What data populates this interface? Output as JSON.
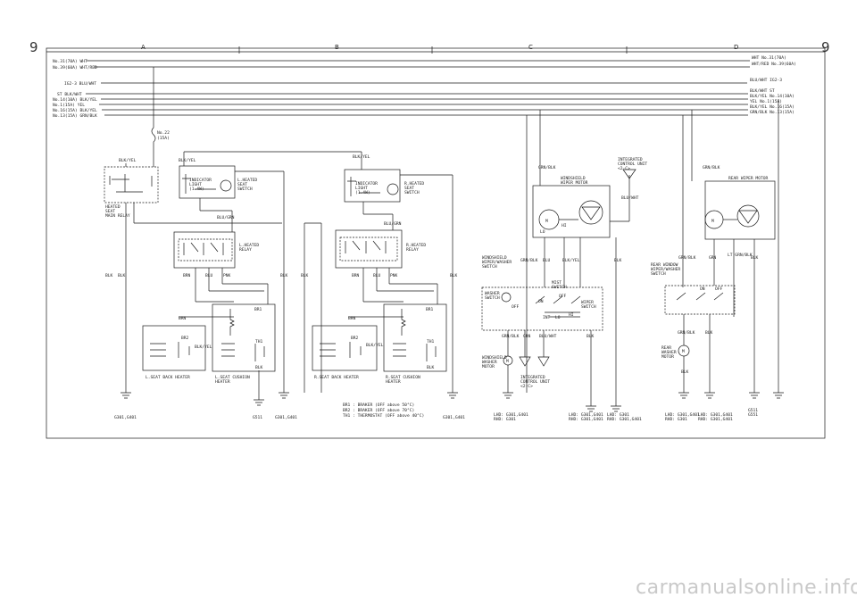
{
  "page_number": "9",
  "columns": [
    "A",
    "B",
    "C",
    "D"
  ],
  "watermark": "carmanualsonline.info",
  "left_bus": [
    {
      "fuse": "No.31(70A)",
      "wire": "WHT"
    },
    {
      "fuse": "No.39(60A)",
      "wire": "WHT/RED"
    },
    {
      "fuse": "IG2-3",
      "wire": "BLU/WHT"
    },
    {
      "fuse": "ST",
      "wire": "BLK/WHT"
    },
    {
      "fuse": "No.14(10A)",
      "wire": "BLK/YEL"
    },
    {
      "fuse": "No.1(15A)",
      "wire": "YEL"
    },
    {
      "fuse": "No.16(15A)",
      "wire": "BLK/YEL"
    },
    {
      "fuse": "No.13(15A)",
      "wire": "GRN/BLK"
    }
  ],
  "right_bus": [
    {
      "wire": "WHT",
      "fuse": "No.31(70A)"
    },
    {
      "wire": "WHT/RED",
      "fuse": "No.39(60A)"
    },
    {
      "wire": "BLU/WHT",
      "fuse": "IG2-3"
    },
    {
      "wire": "BLK/WHT",
      "fuse": "ST"
    },
    {
      "wire": "BLK/YEL",
      "fuse": "No.14(10A)"
    },
    {
      "wire": "YEL",
      "fuse": "No.1(15A)"
    },
    {
      "wire": "BLK/YEL",
      "fuse": "No.16(15A)"
    },
    {
      "wire": "GRN/BLK",
      "fuse": "No.13(15A)"
    }
  ],
  "fuse22": {
    "name": "No.22",
    "rating": "(15A)"
  },
  "wires": {
    "blk_yel": "BLK/YEL",
    "blu_grn": "BLU/GRN",
    "blk": "BLK",
    "brn": "BRN",
    "blu": "BLU",
    "pnk": "PNK",
    "grn_blk": "GRN/BLK",
    "grn": "GRN",
    "blu_wht": "BLU/WHT",
    "lt_grn_blk": "LT GRN/BLK"
  },
  "components": {
    "heated_seat_main_relay": [
      "HEATED",
      "SEAT",
      "MAIN RELAY"
    ],
    "indicator_light": [
      "INDICATOR",
      "LIGHT",
      "(1.4W)"
    ],
    "l_heated_seat_switch": [
      "L.HEATED",
      "SEAT",
      "SWITCH"
    ],
    "r_heated_seat_switch": [
      "R.HEATED",
      "SEAT",
      "SWITCH"
    ],
    "l_heated_relay": [
      "L.HEATED",
      "RELAY"
    ],
    "r_heated_relay": [
      "R.HEATED",
      "RELAY"
    ],
    "l_seat_back_heater": "L.SEAT BACK HEATER",
    "l_seat_cushion_heater": [
      "L.SEAT CUSHION",
      "HEATER"
    ],
    "r_seat_back_heater": "R.SEAT BACK HEATER",
    "r_seat_cushion_heater": [
      "R.SEAT CUSHION",
      "HEATER"
    ],
    "integrated_control_unit": [
      "INTEGRATED",
      "CONTROL UNIT",
      "<2-C>"
    ],
    "windshield_wiper_motor": [
      "WINDSHIELD",
      "WIPER MOTOR"
    ],
    "windshield_wiper_washer_switch": [
      "WINDSHIELD",
      "WIPER/WASHER",
      "SWITCH"
    ],
    "washer_switch": [
      "WASHER",
      "SWITCH"
    ],
    "mist_switch": [
      "MIST",
      "SWITCH"
    ],
    "wiper_switch": [
      "WIPER",
      "SWITCH"
    ],
    "windshield_washer_motor": [
      "WINDSHIELD",
      "WASHER",
      "MOTOR"
    ],
    "rear_wiper_motor": "REAR WIPER MOTOR",
    "rear_window_wiper_washer_switch": [
      "REAR WINDOW",
      "WIPER/WASHER",
      "SWITCH"
    ],
    "rear_washer_motor": [
      "REAR",
      "WASHER",
      "MOTOR"
    ]
  },
  "terminals": {
    "m": "M",
    "hi": "HI",
    "lo": "LO",
    "int": "INT",
    "off": "OFF",
    "on": "ON",
    "br1": "BR1",
    "br2": "BR2",
    "th1": "TH1"
  },
  "legend": [
    {
      "code": "BR1",
      "text": "BRAKER (OFF above 50°C)"
    },
    {
      "code": "BR2",
      "text": "BRAKER (OFF above 70°C)"
    },
    {
      "code": "TH1",
      "text": "THERMOSTAT (OFF above 40°C)"
    }
  ],
  "grounds": {
    "g301_g401": "G301,G401",
    "g511": "G511",
    "g301_g401_b": "G301,G401",
    "g301_g401_c": "G301,G401",
    "lhd_g301_g401": "LHD: G301,G401",
    "rhd_g301": "RHD: G301",
    "lhd_g301_g401_b": "LHD: G301,G401",
    "rhd_g301_g401": "RHD: G301,G401",
    "lhd_g301": "LHD: G301",
    "rhd_g301_g401_b": "RHD: G301,G401",
    "lhd_g301_g401_c": "LHD: G301,G401",
    "rhd_g301_b": "RHD: G301",
    "lhd_g301_g401_d": "LHD: G301,G401",
    "rhd_g301_g401_c": "RHD: G301,G401",
    "g511_g551": [
      "G511",
      "G551"
    ]
  }
}
